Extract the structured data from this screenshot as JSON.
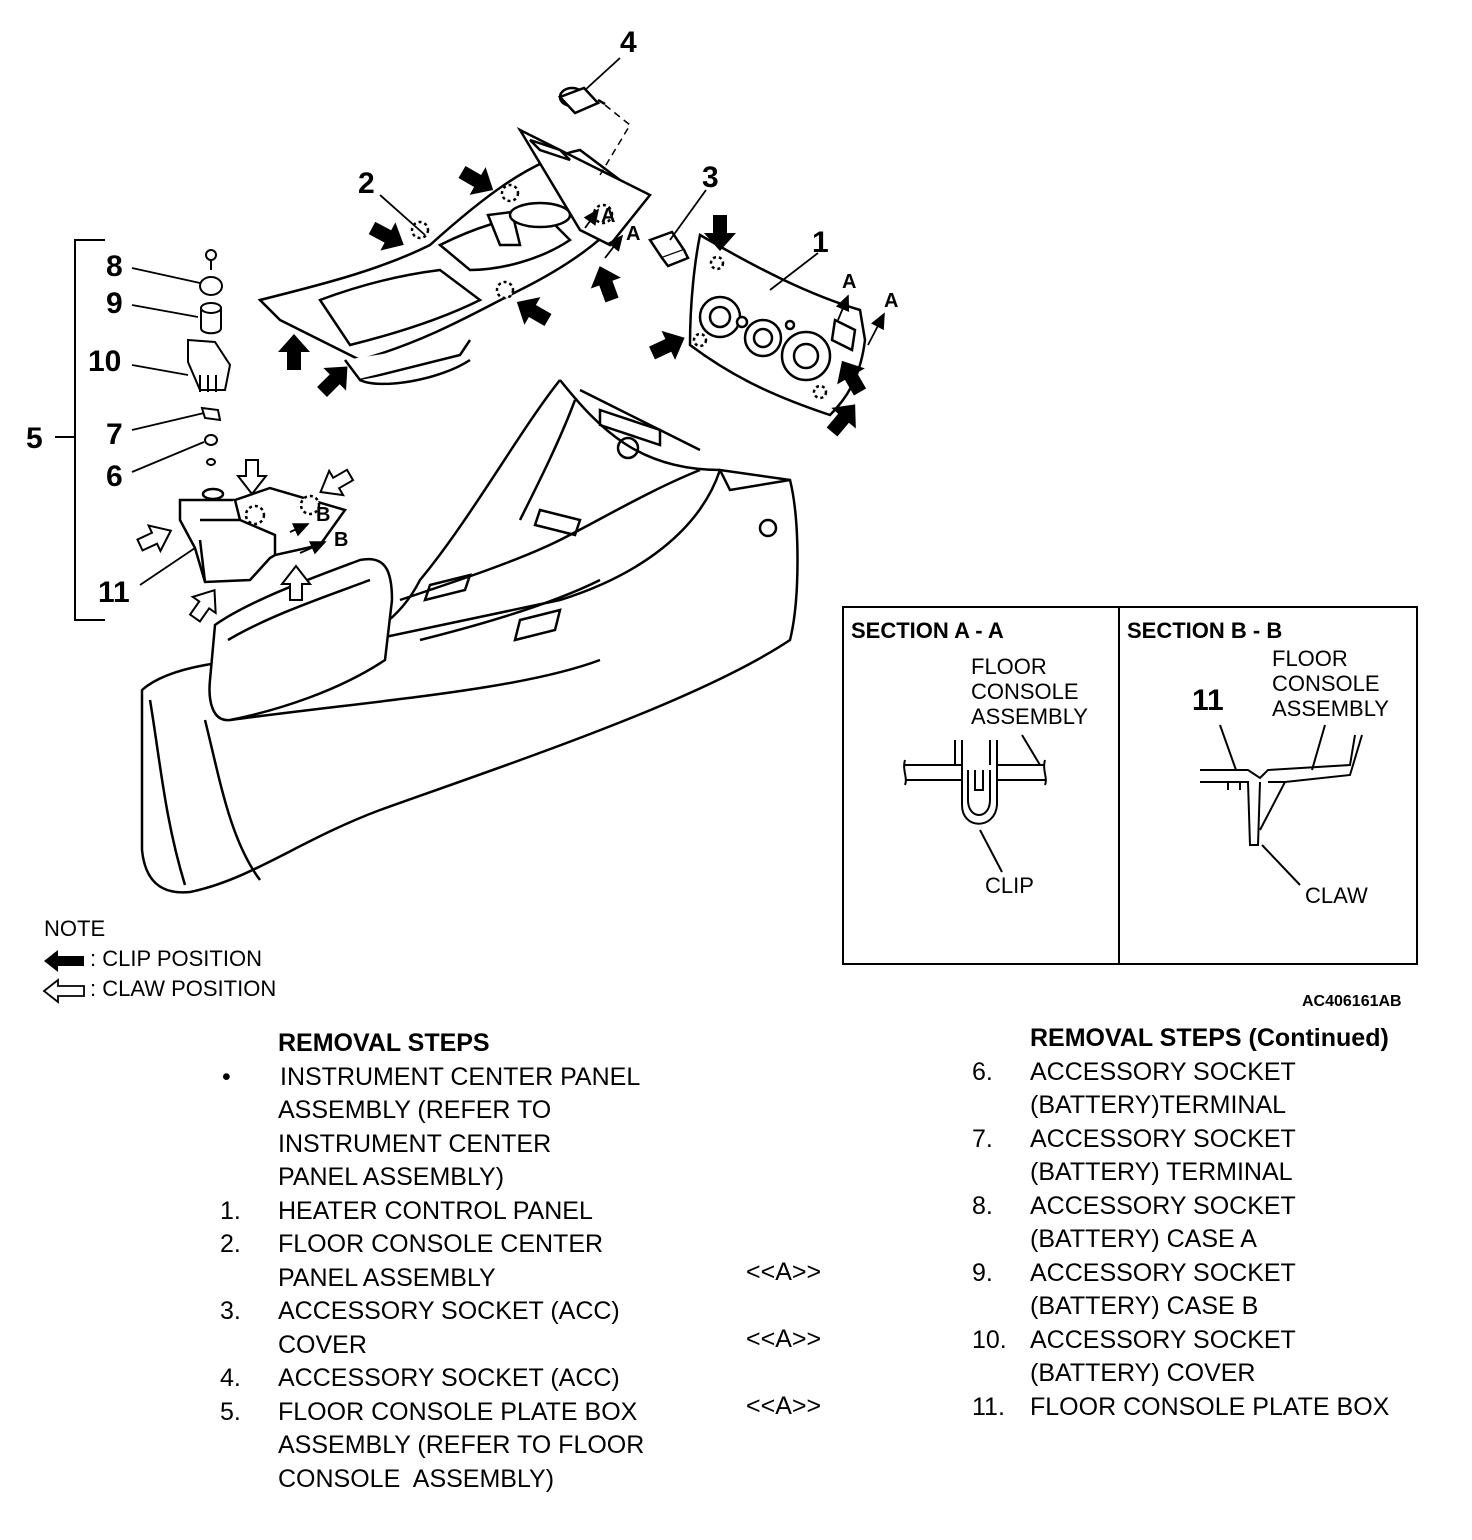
{
  "callouts": {
    "c1": "1",
    "c2": "2",
    "c3": "3",
    "c4": "4",
    "c5": "5",
    "c6": "6",
    "c7": "7",
    "c8": "8",
    "c9": "9",
    "c10": "10",
    "c11": "11"
  },
  "section_letters": {
    "a": "A",
    "b": "B"
  },
  "section_a": {
    "title": "SECTION A - A",
    "label_lines": [
      "FLOOR",
      "CONSOLE",
      "ASSEMBLY"
    ],
    "clip_label": "CLIP"
  },
  "section_b": {
    "title": "SECTION B - B",
    "part_number": "11",
    "label_lines": [
      "FLOOR",
      "CONSOLE",
      "ASSEMBLY"
    ],
    "claw_label": "CLAW"
  },
  "note": {
    "title": "NOTE",
    "clip": ": CLIP POSITION",
    "claw": ": CLAW POSITION"
  },
  "figure_id": "AC406161AB",
  "removal_steps": {
    "heading": "REMOVAL STEPS",
    "items": [
      {
        "num": "•",
        "lines": [
          "INSTRUMENT CENTER PANEL",
          "ASSEMBLY (REFER TO",
          "INSTRUMENT CENTER",
          "PANEL ASSEMBLY)"
        ]
      },
      {
        "num": "1.",
        "lines": [
          "HEATER CONTROL PANEL"
        ]
      },
      {
        "num": "2.",
        "lines": [
          "FLOOR CONSOLE CENTER",
          "PANEL ASSEMBLY"
        ]
      },
      {
        "num": "3.",
        "lines": [
          "ACCESSORY SOCKET (ACC)",
          "COVER"
        ]
      },
      {
        "num": "4.",
        "lines": [
          "ACCESSORY SOCKET (ACC)"
        ]
      },
      {
        "num": "5.",
        "lines": [
          "FLOOR CONSOLE PLATE BOX",
          "ASSEMBLY (REFER TO FLOOR",
          "CONSOLE  ASSEMBLY)"
        ]
      }
    ],
    "refs": [
      "<<A>>",
      "<<A>>",
      "<<A>>"
    ]
  },
  "removal_steps_continued": {
    "heading": "REMOVAL STEPS (Continued)",
    "items": [
      {
        "num": "6.",
        "lines": [
          "ACCESSORY SOCKET",
          "(BATTERY)TERMINAL"
        ]
      },
      {
        "num": "7.",
        "lines": [
          "ACCESSORY SOCKET",
          "(BATTERY) TERMINAL"
        ]
      },
      {
        "num": "8.",
        "lines": [
          "ACCESSORY SOCKET",
          "(BATTERY) CASE A"
        ]
      },
      {
        "num": "9.",
        "lines": [
          "ACCESSORY SOCKET",
          "(BATTERY) CASE B"
        ]
      },
      {
        "num": "10.",
        "lines": [
          "ACCESSORY SOCKET",
          "(BATTERY) COVER"
        ]
      },
      {
        "num": "11.",
        "lines": [
          "FLOOR CONSOLE PLATE BOX"
        ]
      }
    ]
  }
}
